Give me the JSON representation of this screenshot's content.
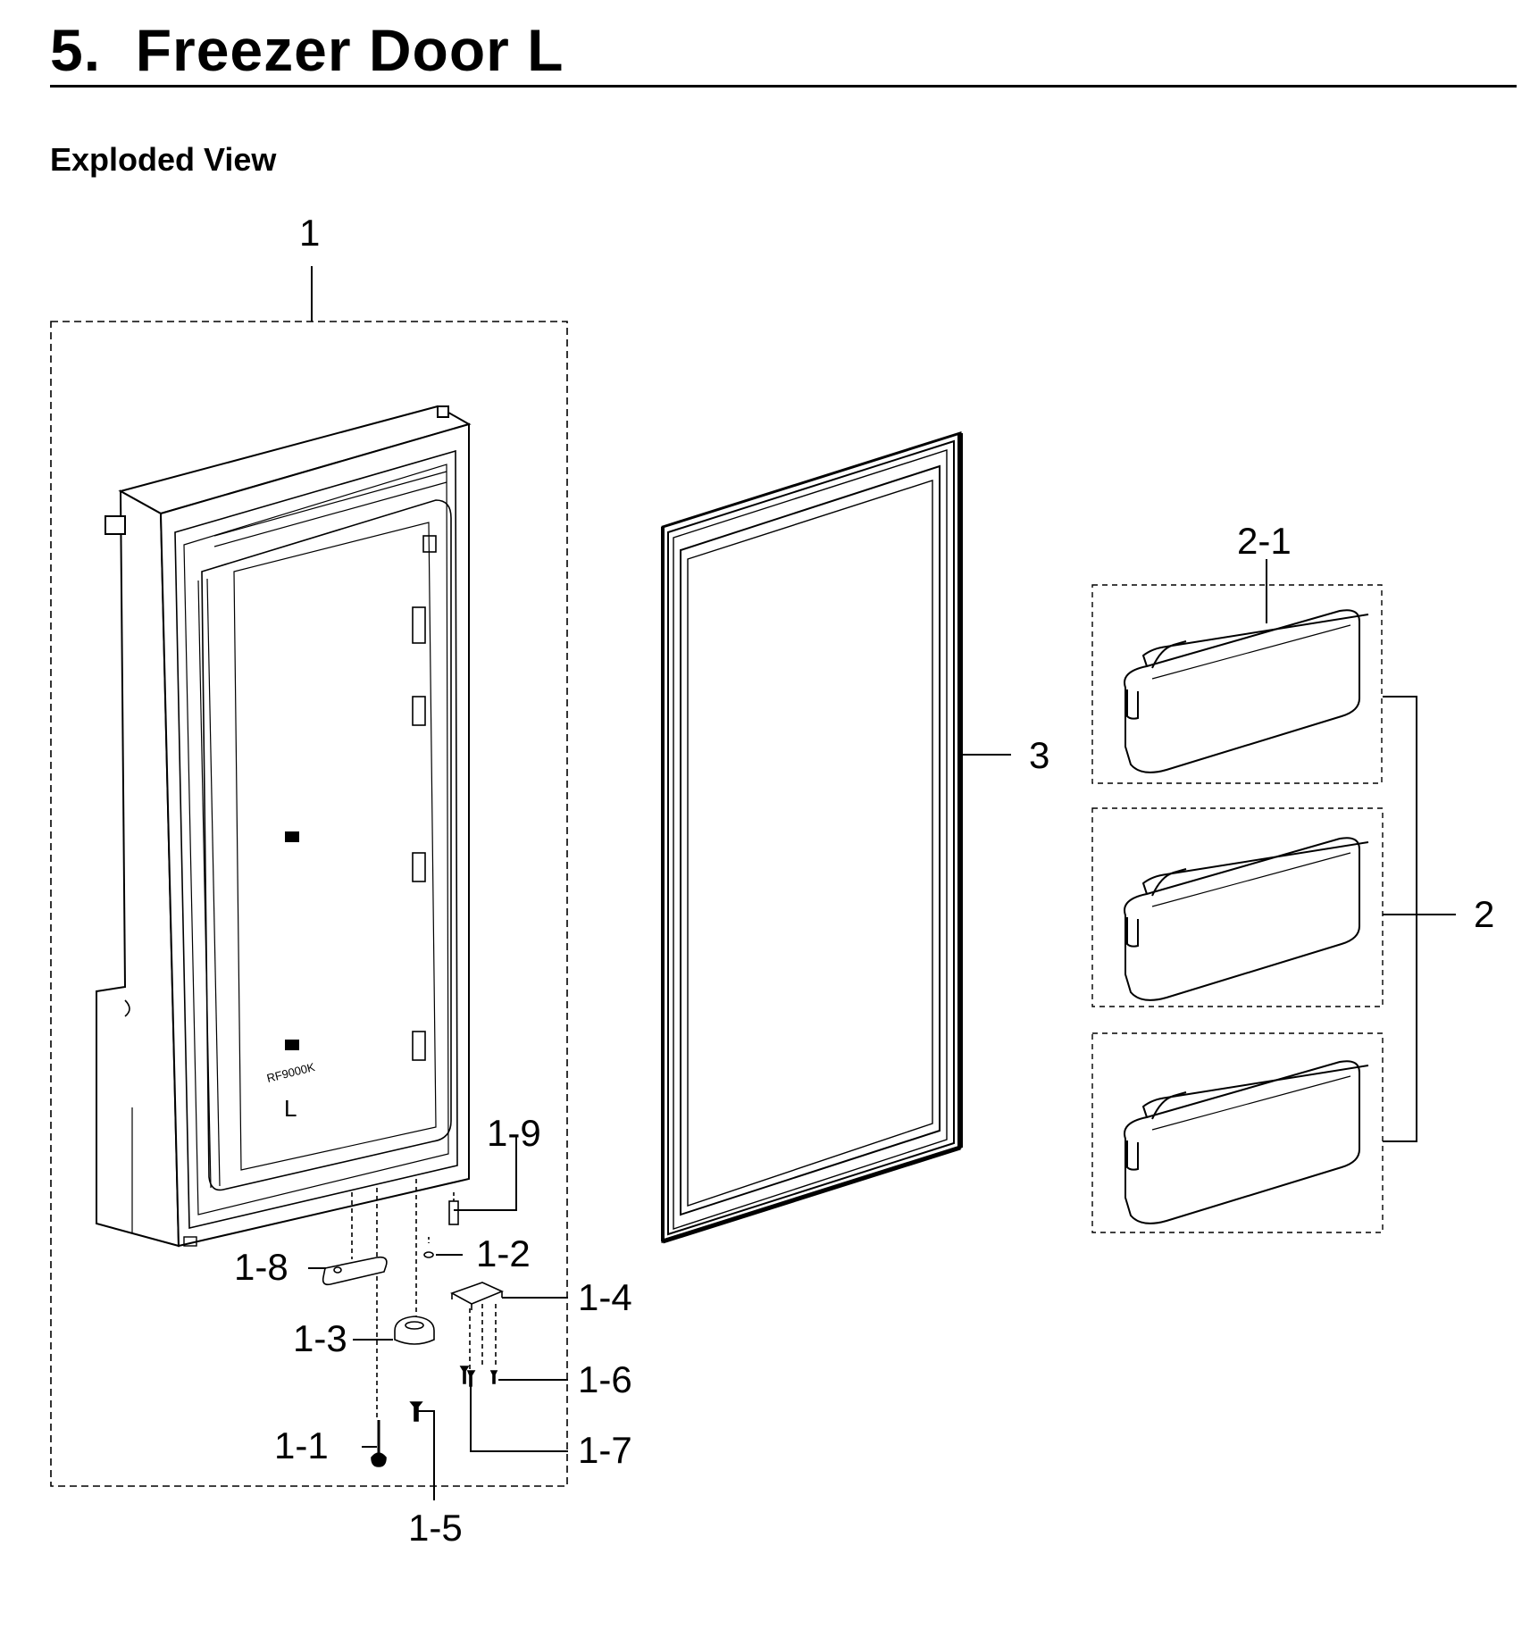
{
  "header": {
    "title": "5.  Freezer Door L",
    "subtitle": "Exploded View"
  },
  "door_markings": {
    "model_code": "RF9000K",
    "side_letter": "L"
  },
  "callouts": {
    "c1": "1",
    "c1_1": "1-1",
    "c1_2": "1-2",
    "c1_3": "1-3",
    "c1_4": "1-4",
    "c1_5": "1-5",
    "c1_6": "1-6",
    "c1_7": "1-7",
    "c1_8": "1-8",
    "c1_9": "1-9",
    "c2": "2",
    "c2_1": "2-1",
    "c3": "3"
  }
}
